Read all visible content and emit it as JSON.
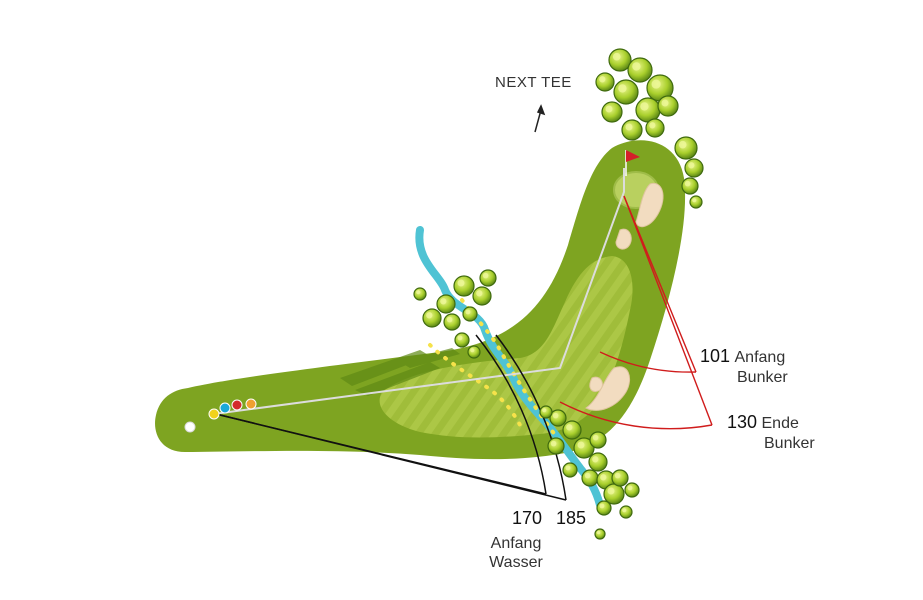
{
  "next_tee": {
    "label": "NEXT TEE",
    "arrow_icon": "arrow-up-right-icon"
  },
  "distance_markers": [
    {
      "id": "bunker-start",
      "distance": "101",
      "label_line1": "Anfang",
      "label_line2": "Bunker",
      "line_color": "#d01c1c"
    },
    {
      "id": "bunker-end",
      "distance": "130",
      "label_line1": "Ende",
      "label_line2": "Bunker",
      "line_color": "#d01c1c"
    },
    {
      "id": "water-start",
      "distance": "170",
      "label_line1": "Anfang",
      "label_line2": "Wasser",
      "line_color": "#111111"
    },
    {
      "id": "water-end",
      "distance": "185",
      "label_line1": "",
      "label_line2": "",
      "line_color": "#111111"
    }
  ],
  "tees": [
    {
      "name": "white-tee",
      "color": "#ffffff"
    },
    {
      "name": "yellow-tee",
      "color": "#f1d21a"
    },
    {
      "name": "blue-tee",
      "color": "#1aa9d8"
    },
    {
      "name": "red-tee",
      "color": "#d42b2b"
    },
    {
      "name": "orange-tee",
      "color": "#f0a030"
    }
  ],
  "colors": {
    "rough": "#7fa51f",
    "fairway": "#a8c33a",
    "green": "#b7cf5a",
    "water": "#4fc3d4",
    "bunker": "#f2dcc0",
    "tree": "#9ccb2e",
    "flag": "#d41f2a",
    "aim_line": "#d6d6d6",
    "water_dots": "#f6e24a"
  },
  "icons": [
    "flag-icon",
    "tree-icon",
    "bunker-icon",
    "water-hazard-icon",
    "tee-marker-icon"
  ]
}
